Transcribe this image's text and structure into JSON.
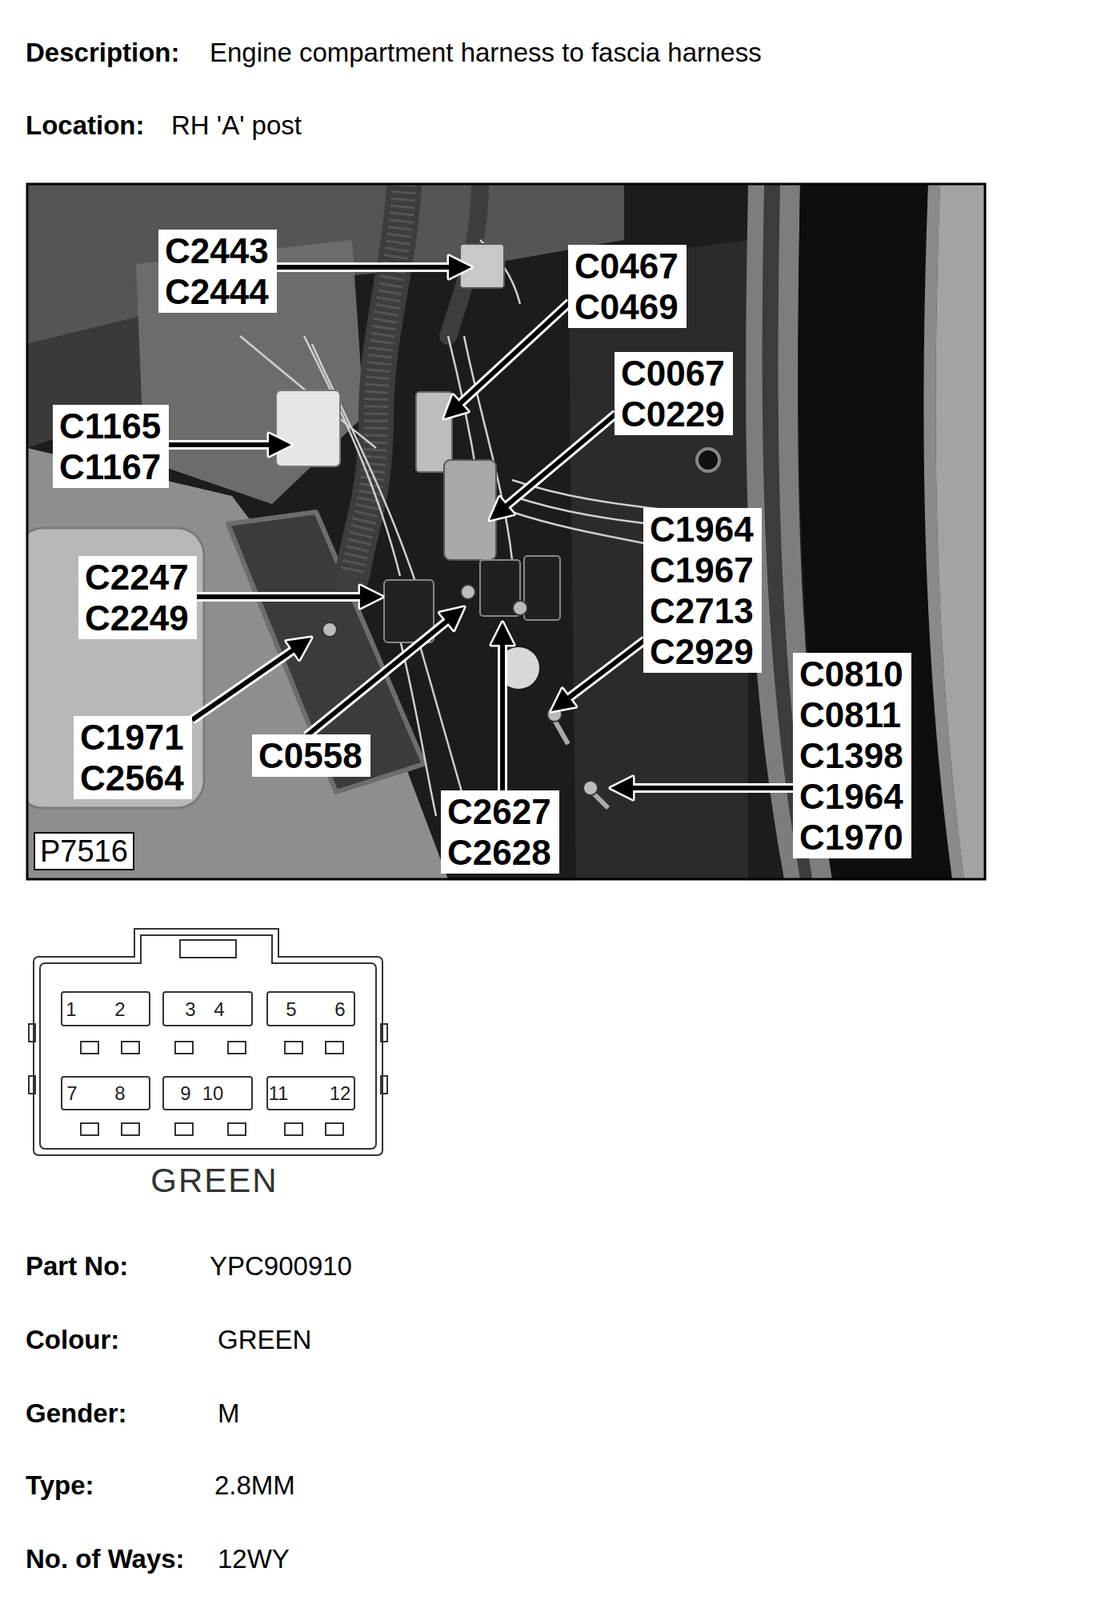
{
  "diagram": {
    "labels": [
      "Description:",
      "Engine compartment harness to fascia harness",
      "Location:",
      "RH 'A' post",
      "C2443",
      "C2444",
      "C0467",
      "C0469",
      "C1165",
      "C1167",
      "C0067",
      "C0229",
      "C1964",
      "C1967",
      "C2713",
      "C2929",
      "C2247",
      "C2249",
      "C0810",
      "C0811",
      "C1398",
      "C1964",
      "C1970",
      "C1971",
      "C2564",
      "C0558",
      "C2627",
      "C2628",
      "P7516",
      "1",
      "2",
      "3",
      "4",
      "5",
      "6",
      "7",
      "8",
      "9",
      "10",
      "11",
      "12",
      "GREEN",
      "Part No:",
      "YPC900910",
      "Colour:",
      "GREEN",
      "Gender:",
      "M",
      "Type:",
      "2.8MM",
      "No. of Ways:",
      "12WY"
    ]
  }
}
